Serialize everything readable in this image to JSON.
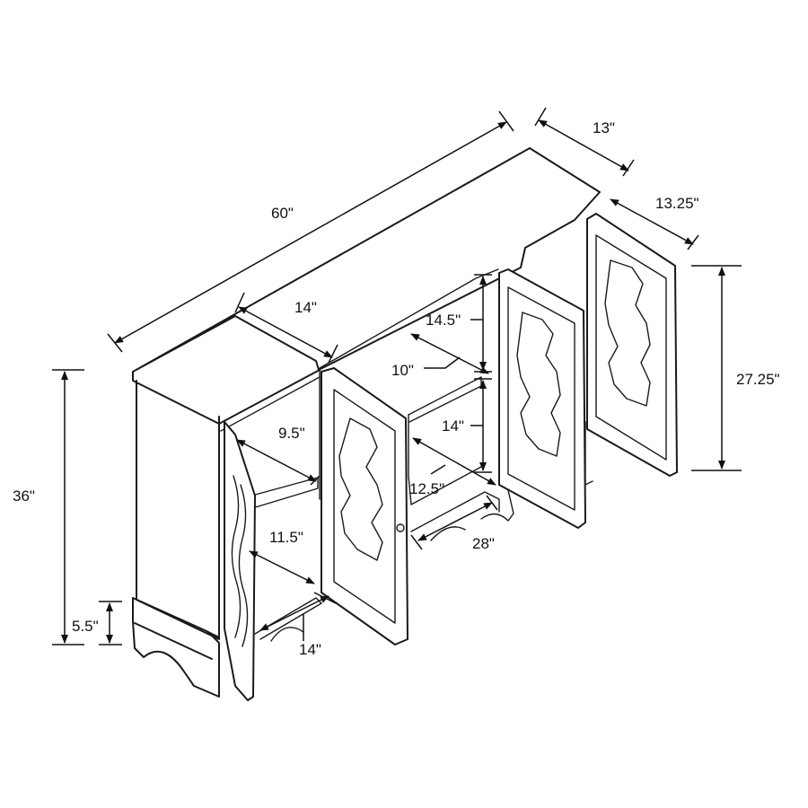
{
  "diagram": {
    "labels": {
      "overall_width": "60\"",
      "top_depth": "13\"",
      "side_depth": "13.25\"",
      "end_depth": "14\"",
      "door_height": "27.25\"",
      "overall_height": "36\"",
      "base_height": "5.5\"",
      "shelf_upper_height": "14.5\"",
      "shelf_upper_depth": "10\"",
      "left_shelf_depth": "9.5\"",
      "center_shelf_height": "14\"",
      "center_shelf_depth": "12.5\"",
      "left_lower_height": "11.5\"",
      "center_width": "28\"",
      "left_bottom_depth": "14\""
    }
  }
}
